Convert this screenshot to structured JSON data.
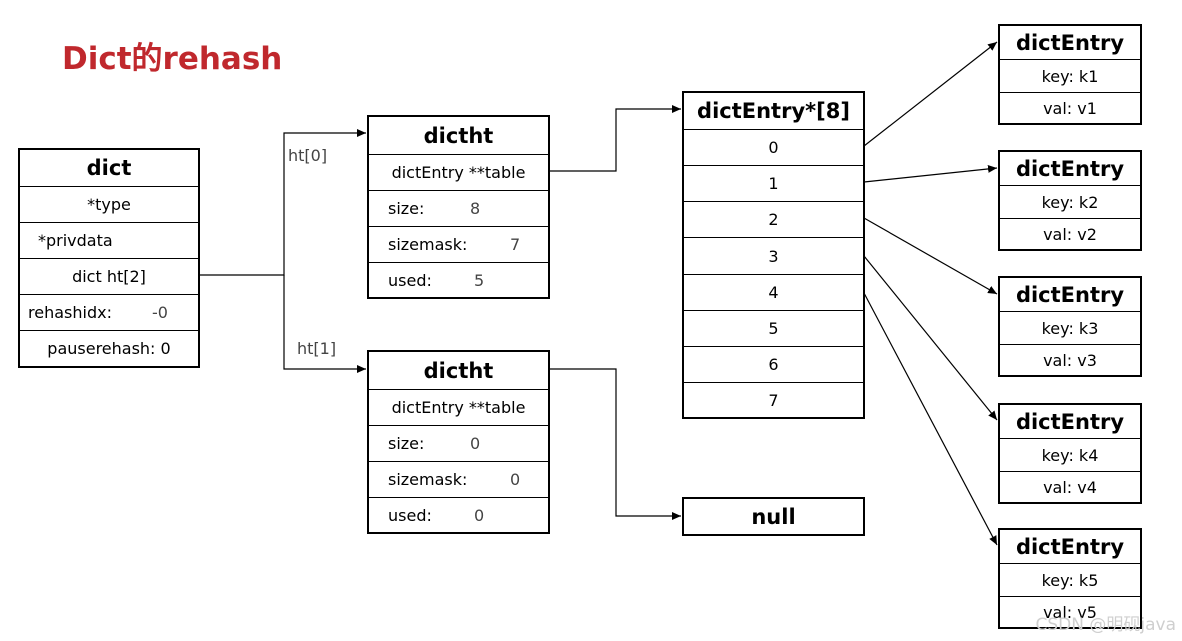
{
  "title": "Dict的rehash",
  "dict": {
    "header": "dict",
    "type": "*type",
    "privdata": "*privdata",
    "ht": "dict ht[2]",
    "rehashidx_label": "rehashidx:",
    "rehashidx_value": "-0",
    "pauserehash": "pauserehash: 0"
  },
  "ht0_label": "ht[0]",
  "ht1_label": "ht[1]",
  "ht0": {
    "header": "dictht",
    "table": "dictEntry **table",
    "size_label": "size:",
    "size_value": "8",
    "sizemask_label": "sizemask:",
    "sizemask_value": "7",
    "used_label": "used:",
    "used_value": "5"
  },
  "ht1": {
    "header": "dictht",
    "table": "dictEntry **table",
    "size_label": "size:",
    "size_value": "0",
    "sizemask_label": "sizemask:",
    "sizemask_value": "0",
    "used_label": "used:",
    "used_value": "0"
  },
  "array": {
    "header": "dictEntry*[8]",
    "slots": [
      "0",
      "1",
      "2",
      "3",
      "4",
      "5",
      "6",
      "7"
    ]
  },
  "null_label": "null",
  "entries": [
    {
      "header": "dictEntry",
      "key": "key: k1",
      "val": "val: v1"
    },
    {
      "header": "dictEntry",
      "key": "key: k2",
      "val": "val: v2"
    },
    {
      "header": "dictEntry",
      "key": "key: k3",
      "val": "val: v3"
    },
    {
      "header": "dictEntry",
      "key": "key: k4",
      "val": "val: v4"
    },
    {
      "header": "dictEntry",
      "key": "key: k5",
      "val": "val: v5"
    }
  ],
  "watermark": "CSDN @明砚java"
}
